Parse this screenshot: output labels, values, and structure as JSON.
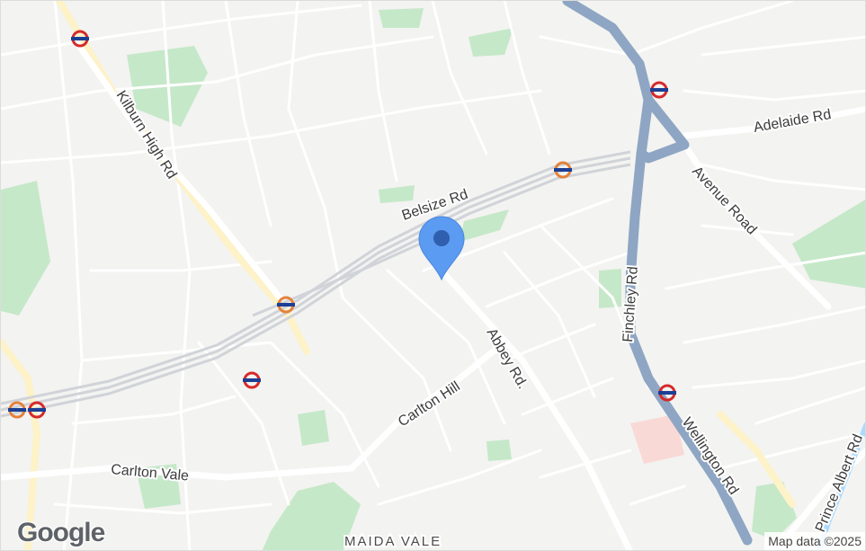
{
  "map": {
    "roads": {
      "kilburn_high_rd": "Kilburn High Rd",
      "belsize_rd": "Belsize Rd",
      "adelaide_rd": "Adelaide Rd",
      "avenue_road": "Avenue Road",
      "finchley_rd": "Finchley Rd",
      "abbey_rd": "Abbey Rd.",
      "carlton_hill": "Carlton Hill",
      "carlton_vale": "Carlton Vale",
      "wellington_rd": "Wellington Rd",
      "prince_albert_rd": "Prince Albert Rd"
    },
    "areas": {
      "maida_vale": "MAIDA VALE"
    },
    "attribution": "Map data ©2025",
    "logo_text": "Google",
    "colors": {
      "background": "#f3f3f1",
      "park": "#c5e8c9",
      "major_road": "#8ea6c3",
      "rail": "#d0d3d8",
      "highlight_road": "#fdf2c8",
      "marker": "#5b9bf1",
      "tube_red": "#d62a2a",
      "tube_blue": "#1c3f94"
    },
    "marker_icon": "location-pin-icon",
    "station_icon": "underground-roundel-icon"
  }
}
